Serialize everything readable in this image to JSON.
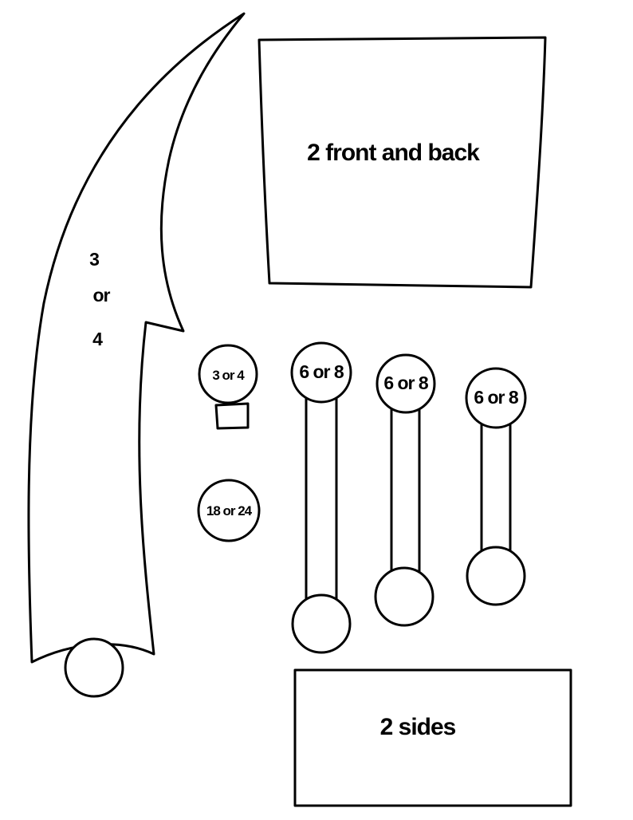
{
  "labels": {
    "claw_line1": "3",
    "claw_line2": "or",
    "claw_line3": "4",
    "front_back": "2 front and back",
    "sides": "2 sides",
    "small_circle_top": "3 or 4",
    "small_circle_bottom": "18 or 24",
    "rod_1": "6 or 8",
    "rod_2": "6 or 8",
    "rod_3": "6 or 8"
  },
  "colors": {
    "stroke": "#000000",
    "fill": "#ffffff",
    "text": "#000000"
  }
}
